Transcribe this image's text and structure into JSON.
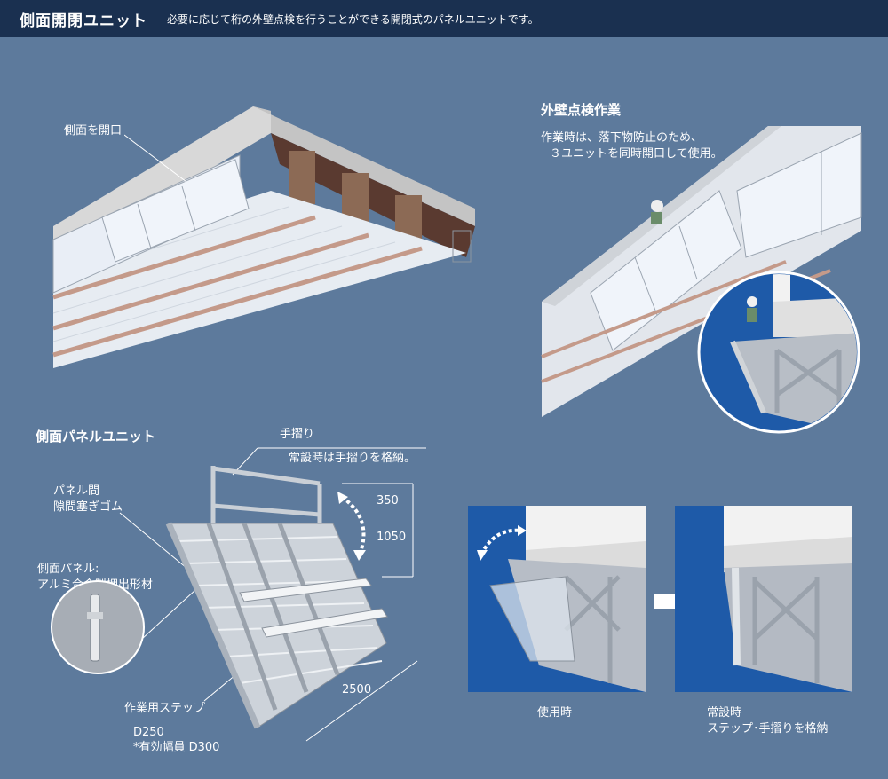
{
  "header": {
    "title": "側面開閉ユニット",
    "description": "必要に応じて桁の外壁点検を行うことができる開閉式のパネルユニットです。"
  },
  "top_left": {
    "label_open_side": "側面を開口"
  },
  "top_right": {
    "title": "外壁点検作業",
    "note_line1": "作業時は、落下物防止のため、",
    "note_line2": "３ユニットを同時開口して使用。"
  },
  "panel_unit": {
    "title": "側面パネルユニット",
    "handrail": "手摺り",
    "handrail_note": "常設時は手摺りを格納。",
    "gap_rubber_line1": "パネル間",
    "gap_rubber_line2": "隙間塞ぎゴム",
    "side_panel_line1": "側面パネル:",
    "side_panel_line2": "アルミ合金製押出形材",
    "dim_350": "350",
    "dim_1050": "1050",
    "dim_2500": "2500",
    "step_label": "作業用ステップ",
    "step_d": "D250",
    "step_width": "*有効幅員 D300"
  },
  "usage": {
    "in_use": "使用時",
    "stored_line1": "常設時",
    "stored_line2": "ステップ･手摺りを格納"
  },
  "colors": {
    "background": "#5d7a9c",
    "header": "#1a3050",
    "photo_blue": "#1e5aa8"
  }
}
